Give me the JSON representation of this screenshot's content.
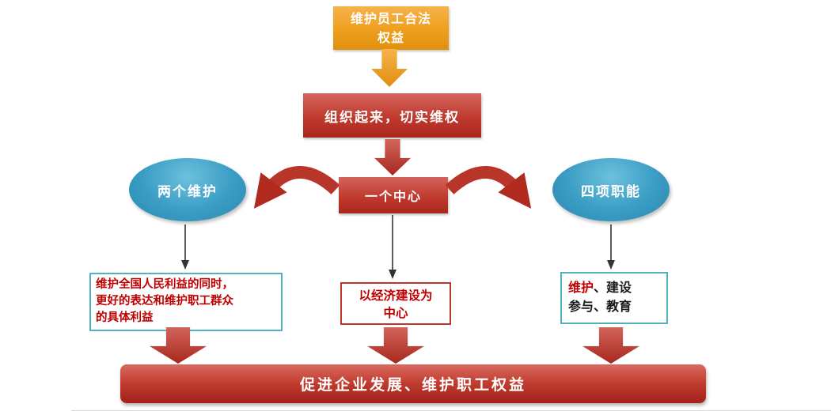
{
  "colors": {
    "orange": "#EF9F1E",
    "red": "#C03A2E",
    "blue": "#3A9CC4",
    "teal_border": "#52B0BF",
    "red_text": "#C00000"
  },
  "flowchart": {
    "top_box": "维护员工合法权益",
    "organize_box": "组织起来，切实维权",
    "left_ellipse": "两个维护",
    "center_box": "一个中心",
    "right_ellipse": "四项职能",
    "left_note": {
      "line1": "维护全国人民利益的同时，",
      "line2": "更好的表达和维护职工群众",
      "line3": "的具体利益"
    },
    "center_note": {
      "line1": "以经济建设为",
      "line2": "中心"
    },
    "right_note": {
      "red_part": "维护",
      "line1_rest": "、建设",
      "line2": "参与、教育"
    },
    "bottom_bar": "促进企业发展、维护职工权益"
  }
}
